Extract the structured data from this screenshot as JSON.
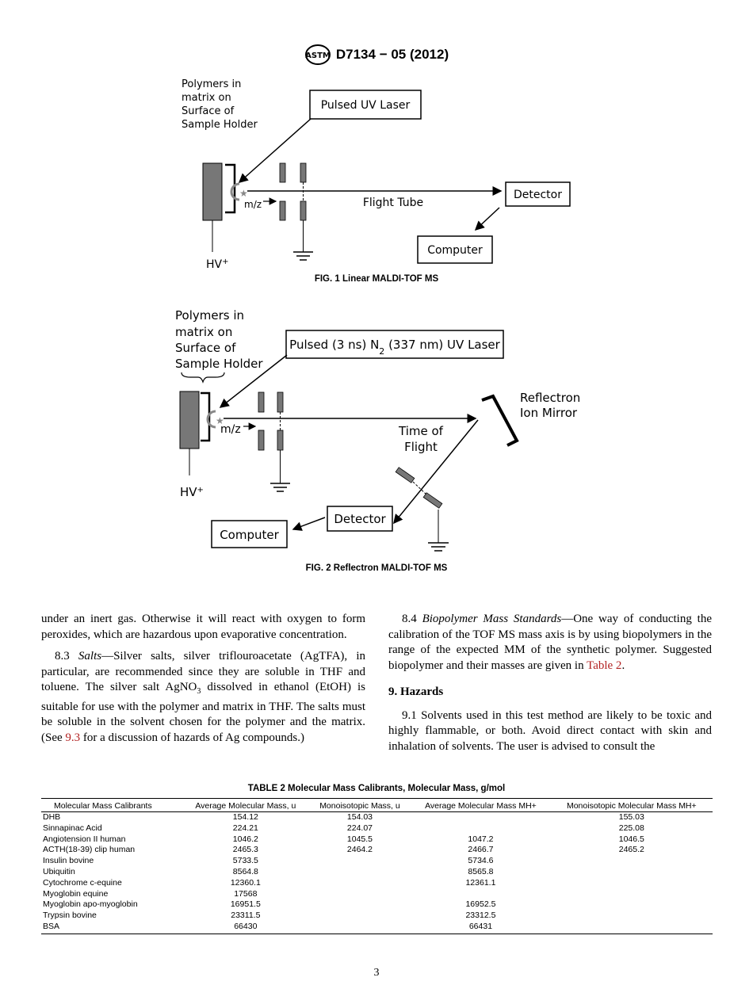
{
  "header": {
    "title": "D7134 − 05 (2012)",
    "logo_text": "ASTM"
  },
  "figure1": {
    "caption": "FIG. 1 Linear MALDI-TOF MS",
    "sample_label_lines": [
      "Polymers in",
      "matrix on",
      "Surface of",
      "Sample Holder"
    ],
    "laser": "Pulsed UV Laser",
    "mz": "m/z",
    "flight_tube": "Flight Tube",
    "detector": "Detector",
    "computer": "Computer",
    "hv": "HV",
    "hv_sup": "+"
  },
  "figure2": {
    "caption": "FIG. 2 Reflectron MALDI-TOF MS",
    "sample_label_lines": [
      "Polymers in",
      "matrix on",
      "Surface of",
      "Sample Holder"
    ],
    "laser_pre": "Pulsed (3 ns) N",
    "laser_sub": "2",
    "laser_post": " (337 nm) UV Laser",
    "mz": "m/z",
    "time_of_flight_lines": [
      "Time of",
      "Flight"
    ],
    "reflectron_lines": [
      "Reflectron",
      "Ion Mirror"
    ],
    "detector": "Detector",
    "computer": "Computer",
    "hv": "HV",
    "hv_sup": "+"
  },
  "body": {
    "left_p1": "under an inert gas. Otherwise it will react with oxygen to form peroxides, which are hazardous upon evaporative concentration.",
    "s83_num": "8.3 ",
    "s83_title": "Salts",
    "s83_text1": "—Silver salts, silver triflouroacetate (AgTFA), in particular, are recommended since they are soluble in THF and toluene. The silver salt AgNO",
    "s83_sub": "3",
    "s83_text2": " dissolved in ethanol (EtOH) is suitable for use with the polymer and matrix in THF. The salts must be soluble in the solvent chosen for the polymer and the matrix. (See ",
    "s83_ref": "9.3",
    "s83_text3": " for a discussion of hazards of Ag compounds.)",
    "s84_num": "8.4 ",
    "s84_title": "Biopolymer Mass Standards",
    "s84_text": "—One way of conducting the calibration of the TOF MS mass axis is by using biopolymers in the range of the expected MM of the synthetic polymer. Suggested biopolymer and their masses are given in ",
    "s84_ref": "Table 2",
    "s84_end": ".",
    "s9_heading": "9.  Hazards",
    "s91_text": "9.1 Solvents used in this test method are likely to be toxic and highly flammable, or both. Avoid direct contact with skin and inhalation of solvents. The user is advised to consult the"
  },
  "table": {
    "title": "TABLE 2 Molecular Mass Calibrants, Molecular Mass, g/mol",
    "headers": [
      "Molecular Mass Calibrants",
      "Average Molecular Mass, u",
      "Monoisotopic Mass, u",
      "Average Molecular Mass MH+",
      "Monoisotopic Molecular Mass MH+"
    ],
    "rows": [
      [
        "DHB",
        "154.12",
        "154.03",
        "",
        "155.03"
      ],
      [
        "Sinnapinac Acid",
        "224.21",
        "224.07",
        "",
        "225.08"
      ],
      [
        "Angiotension II human",
        "1046.2",
        "1045.5",
        "1047.2",
        "1046.5"
      ],
      [
        "ACTH(18-39) clip human",
        "2465.3",
        "2464.2",
        "2466.7",
        "2465.2"
      ],
      [
        "Insulin bovine",
        "5733.5",
        "",
        "5734.6",
        ""
      ],
      [
        "Ubiquitin",
        "8564.8",
        "",
        "8565.8",
        ""
      ],
      [
        "Cytochrome c-equine",
        "12360.1",
        "",
        "12361.1",
        ""
      ],
      [
        "Myoglobin equine",
        "17568",
        "",
        "",
        ""
      ],
      [
        "Myoglobin apo-myoglobin",
        "16951.5",
        "",
        "16952.5",
        ""
      ],
      [
        "Trypsin bovine",
        "23311.5",
        "",
        "23312.5",
        ""
      ],
      [
        "BSA",
        "66430",
        "",
        "66431",
        ""
      ]
    ]
  },
  "page_number": "3"
}
